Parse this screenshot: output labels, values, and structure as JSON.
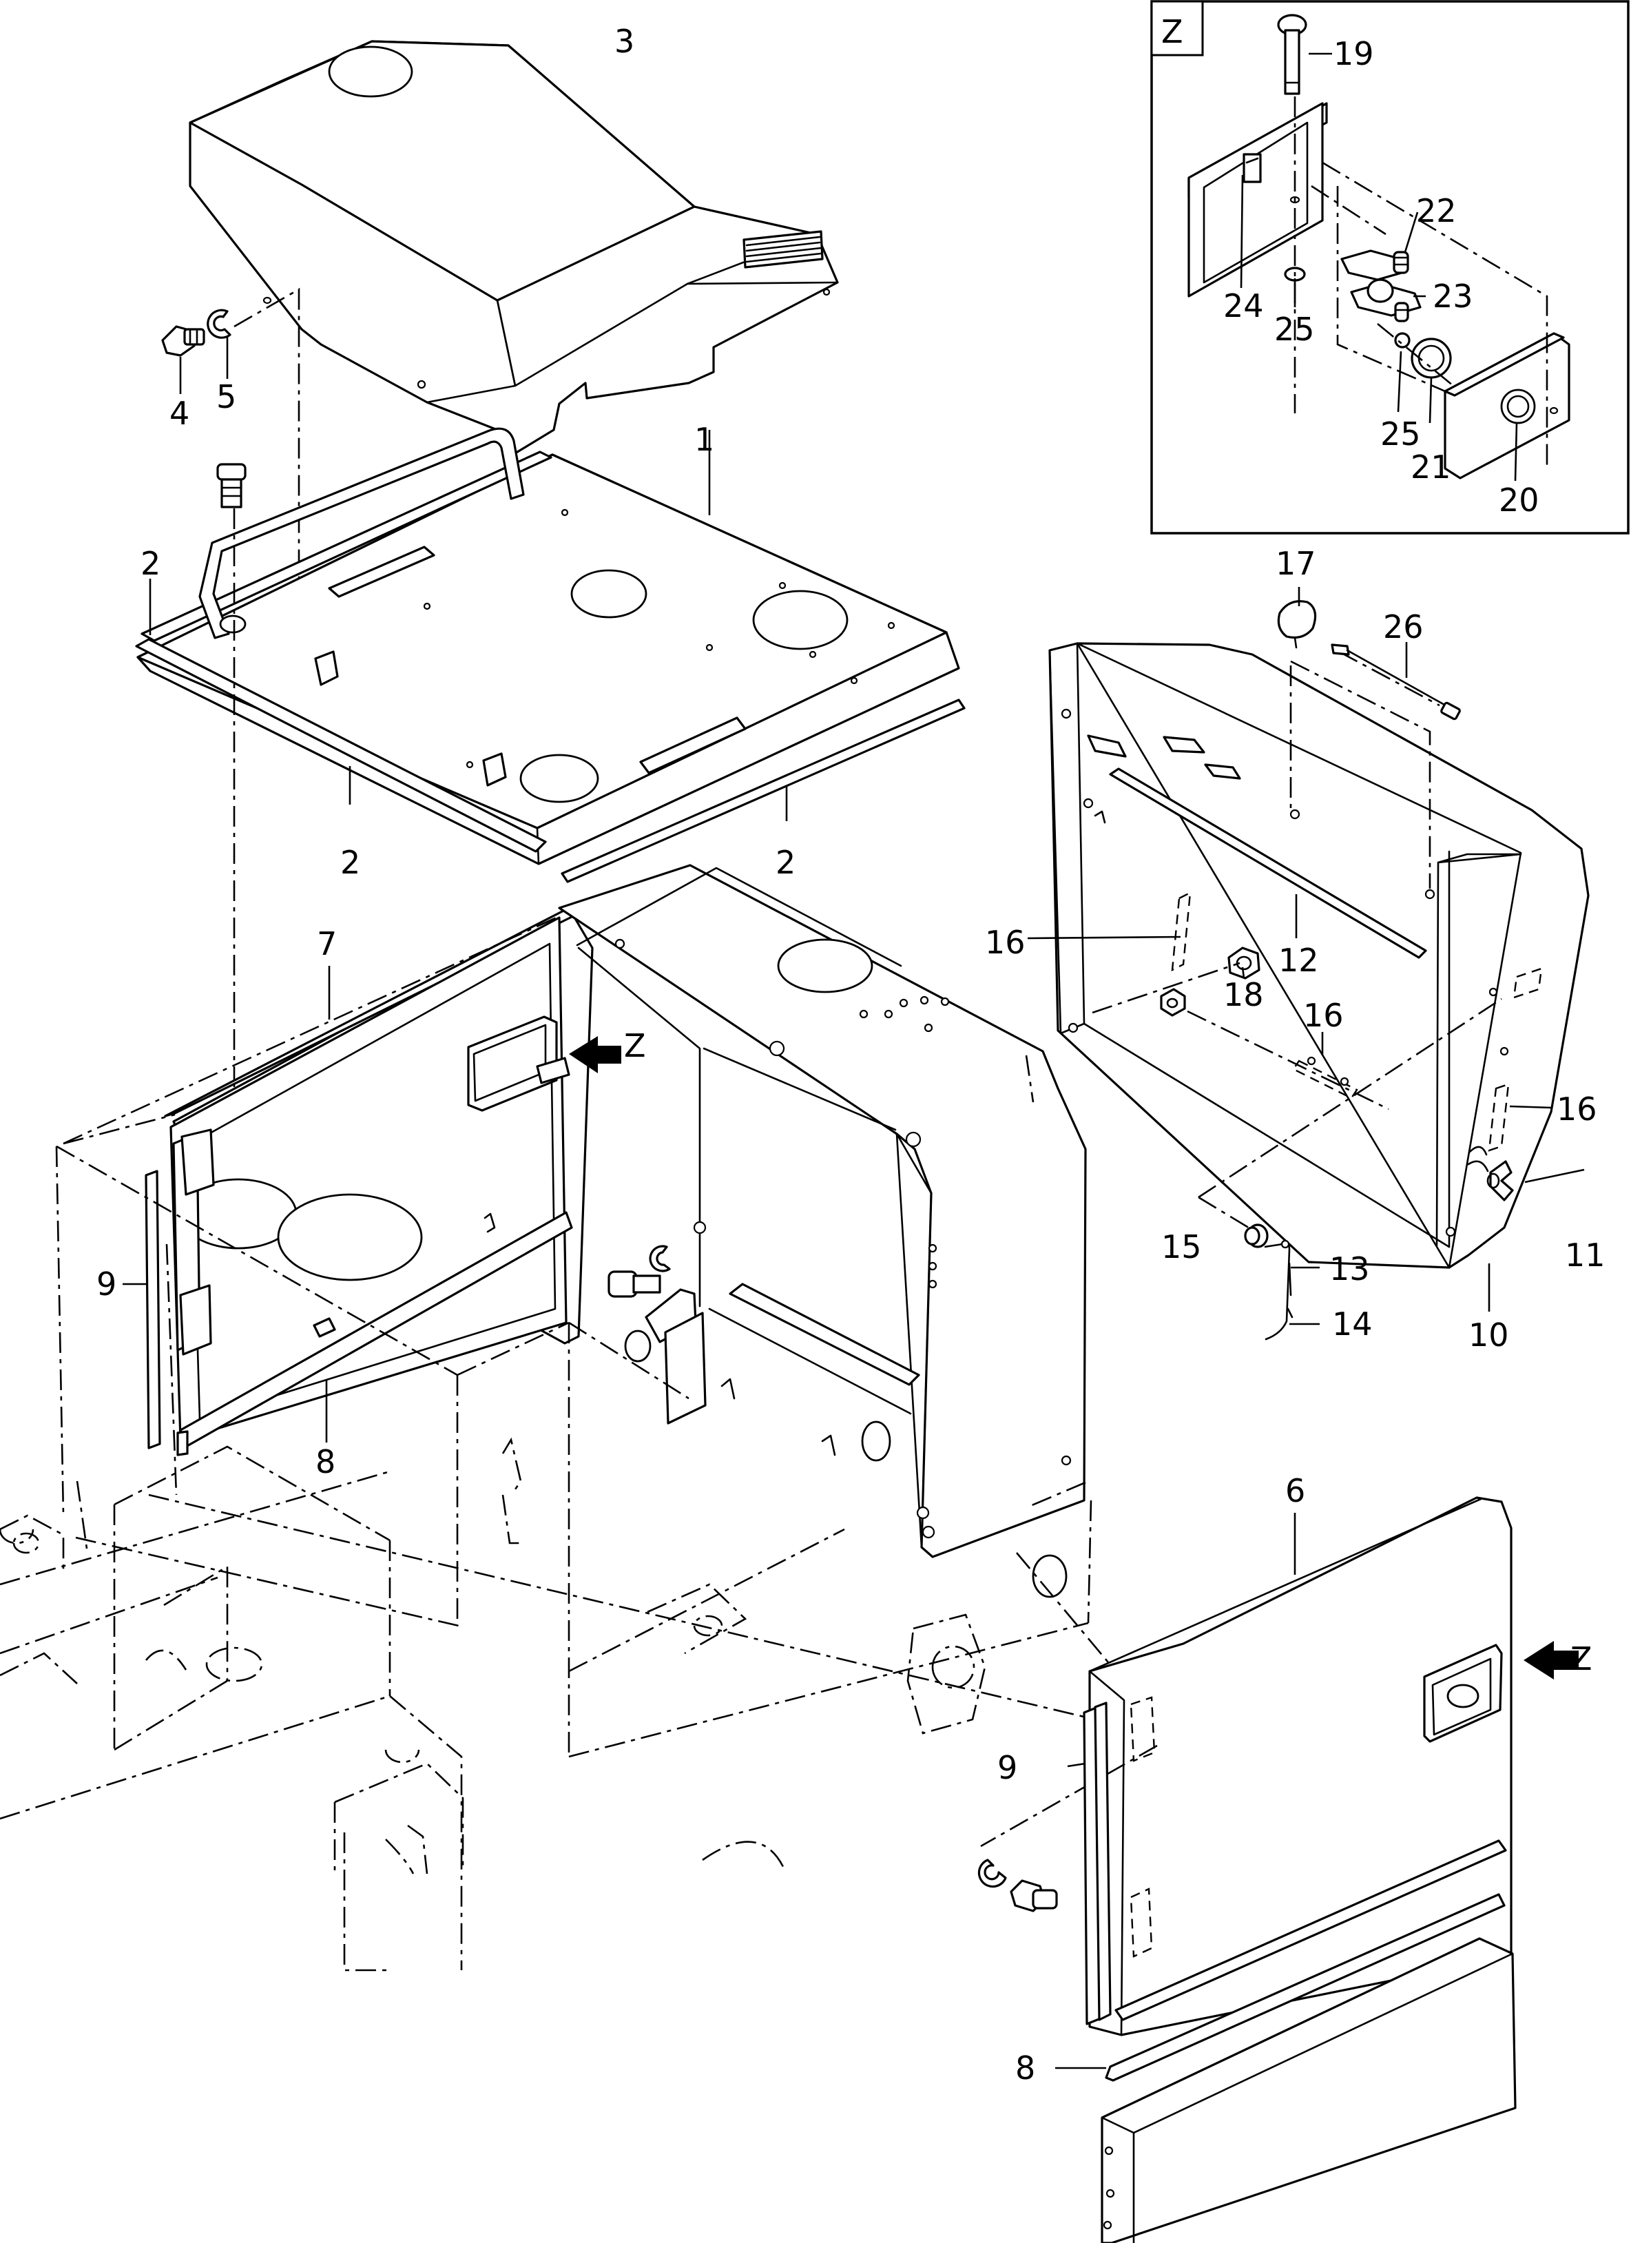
{
  "inset": {
    "label": "Z"
  },
  "view_markers": [
    {
      "id": "z-left",
      "label": "Z"
    },
    {
      "id": "z-right",
      "label": "Z"
    }
  ],
  "callouts": [
    {
      "id": "c1",
      "text": "1"
    },
    {
      "id": "c2a",
      "text": "2"
    },
    {
      "id": "c2b",
      "text": "2"
    },
    {
      "id": "c2c",
      "text": "2"
    },
    {
      "id": "c3",
      "text": "3"
    },
    {
      "id": "c4",
      "text": "4"
    },
    {
      "id": "c5",
      "text": "5"
    },
    {
      "id": "c6",
      "text": "6"
    },
    {
      "id": "c7",
      "text": "7"
    },
    {
      "id": "c8a",
      "text": "8"
    },
    {
      "id": "c8b",
      "text": "8"
    },
    {
      "id": "c9a",
      "text": "9"
    },
    {
      "id": "c9b",
      "text": "9"
    },
    {
      "id": "c10",
      "text": "10"
    },
    {
      "id": "c11",
      "text": "11"
    },
    {
      "id": "c12",
      "text": "12"
    },
    {
      "id": "c13",
      "text": "13"
    },
    {
      "id": "c14",
      "text": "14"
    },
    {
      "id": "c15",
      "text": "15"
    },
    {
      "id": "c16a",
      "text": "16"
    },
    {
      "id": "c16b",
      "text": "16"
    },
    {
      "id": "c16c",
      "text": "16"
    },
    {
      "id": "c17",
      "text": "17"
    },
    {
      "id": "c18",
      "text": "18"
    },
    {
      "id": "c19",
      "text": "19"
    },
    {
      "id": "c20",
      "text": "20"
    },
    {
      "id": "c21",
      "text": "21"
    },
    {
      "id": "c22",
      "text": "22"
    },
    {
      "id": "c23",
      "text": "23"
    },
    {
      "id": "c24",
      "text": "24"
    },
    {
      "id": "c25a",
      "text": "25"
    },
    {
      "id": "c25b",
      "text": "25"
    },
    {
      "id": "c26",
      "text": "26"
    }
  ]
}
